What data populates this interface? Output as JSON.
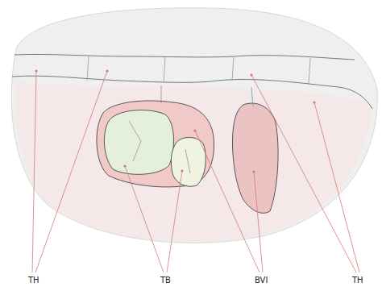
{
  "diagram": {
    "labels": [
      "TH",
      "TB",
      "BVI",
      "TH"
    ]
  }
}
